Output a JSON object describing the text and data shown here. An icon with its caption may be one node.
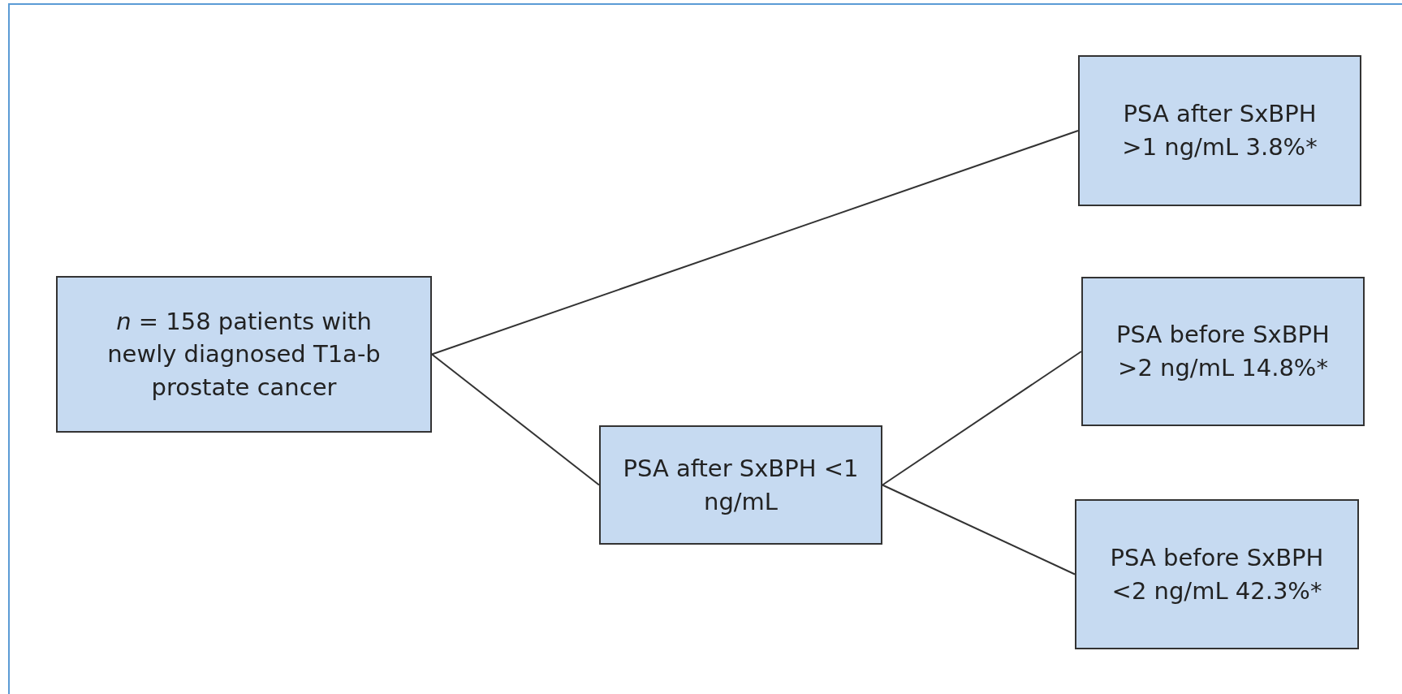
{
  "diagram": {
    "nodes": [
      {
        "text": [
          "*n* = 158 patients with newly diagnosed T1a-b prostate cancer"
        ]
      },
      {
        "text": [
          "PSA after SxBPH >1 ng/mL 3.8%*"
        ]
      },
      {
        "text": [
          "PSA after SxBPH <1 ng/mL"
        ]
      },
      {
        "text": [
          "PSA before SxBPH >2 ng/mL 14.8%*"
        ]
      },
      {
        "text": [
          "PSA before SxBPH <2 ng/mL 42.3%*"
        ]
      }
    ],
    "edges": [
      {
        "from": 0,
        "to": 1,
        "arrow": "none"
      },
      {
        "from": 0,
        "to": 2,
        "arrow": "none"
      },
      {
        "from": 2,
        "to": 3,
        "arrow": "none"
      },
      {
        "from": 2,
        "to": 4,
        "arrow": "none"
      }
    ]
  }
}
